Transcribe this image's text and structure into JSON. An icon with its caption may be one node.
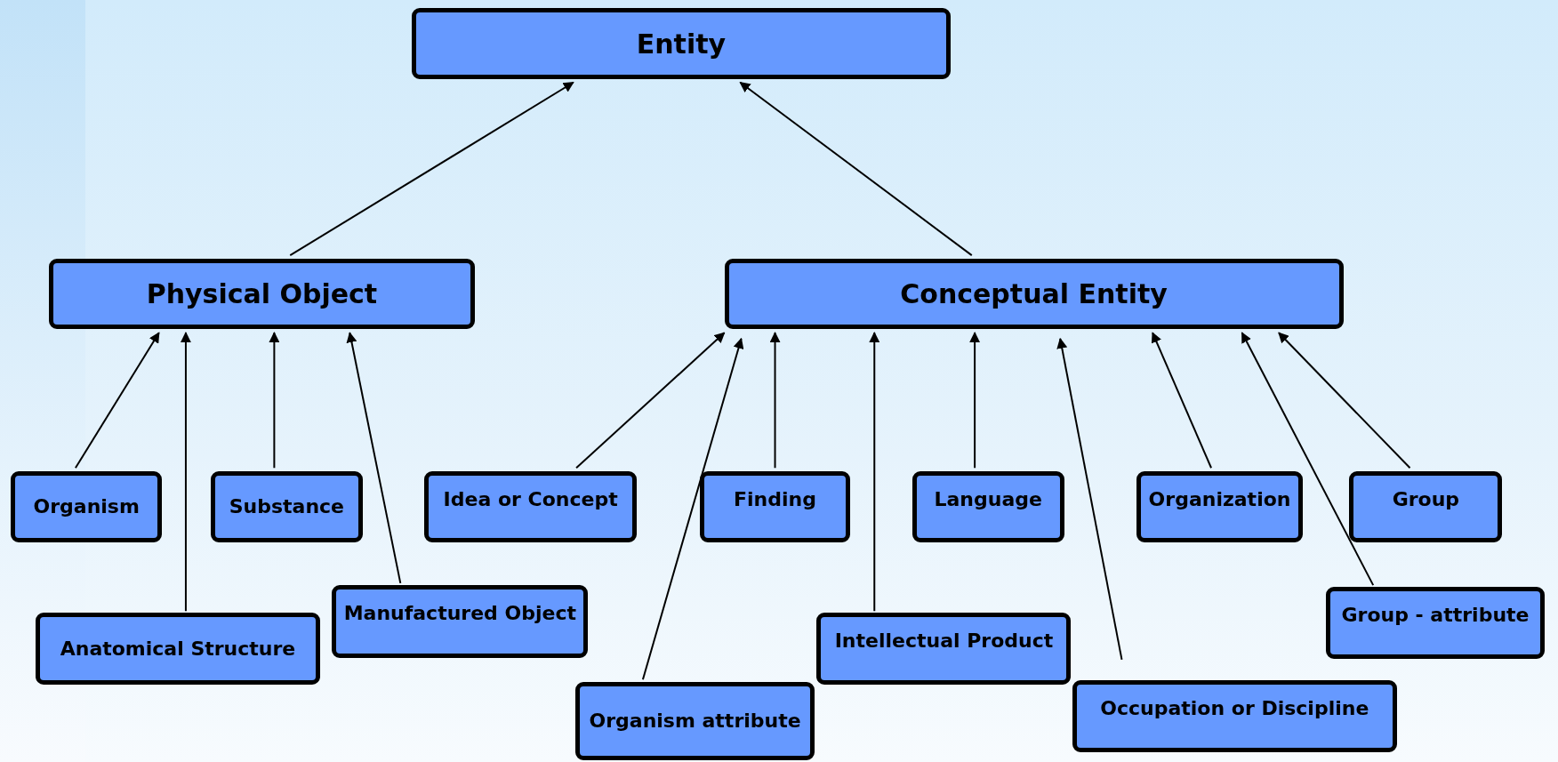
{
  "diagram": {
    "nodes": [
      {
        "text": [
          "Entity"
        ]
      },
      {
        "text": [
          "Physical Object"
        ]
      },
      {
        "text": [
          "Conceptual Entity"
        ]
      },
      {
        "text": [
          "Organism"
        ]
      },
      {
        "text": [
          "Substance"
        ]
      },
      {
        "text": [
          "Idea or Concept"
        ]
      },
      {
        "text": [
          "Finding"
        ]
      },
      {
        "text": [
          "Language"
        ]
      },
      {
        "text": [
          "Organization"
        ]
      },
      {
        "text": [
          "Group"
        ]
      },
      {
        "text": [
          "Anatomical Structure"
        ]
      },
      {
        "text": [
          "Manufactured Object"
        ]
      },
      {
        "text": [
          "Intellectual Product"
        ]
      },
      {
        "text": [
          "Group - attribute"
        ]
      },
      {
        "text": [
          "Organism attribute"
        ]
      },
      {
        "text": [
          "Occupation or Discipline"
        ]
      }
    ],
    "edges": [
      {
        "from": 1,
        "to": 0,
        "arrow": "to"
      },
      {
        "from": 2,
        "to": 0,
        "arrow": "to"
      },
      {
        "from": 3,
        "to": 1,
        "arrow": "to"
      },
      {
        "from": 10,
        "to": 1,
        "arrow": "to"
      },
      {
        "from": 4,
        "to": 1,
        "arrow": "to"
      },
      {
        "from": 11,
        "to": 1,
        "arrow": "to"
      },
      {
        "from": 5,
        "to": 2,
        "arrow": "to"
      },
      {
        "from": 14,
        "to": 2,
        "arrow": "to"
      },
      {
        "from": 6,
        "to": 2,
        "arrow": "to"
      },
      {
        "from": 12,
        "to": 2,
        "arrow": "to"
      },
      {
        "from": 7,
        "to": 2,
        "arrow": "to"
      },
      {
        "from": 15,
        "to": 2,
        "arrow": "to"
      },
      {
        "from": 8,
        "to": 2,
        "arrow": "to"
      },
      {
        "from": 13,
        "to": 2,
        "arrow": "to"
      },
      {
        "from": 9,
        "to": 2,
        "arrow": "to"
      }
    ]
  }
}
